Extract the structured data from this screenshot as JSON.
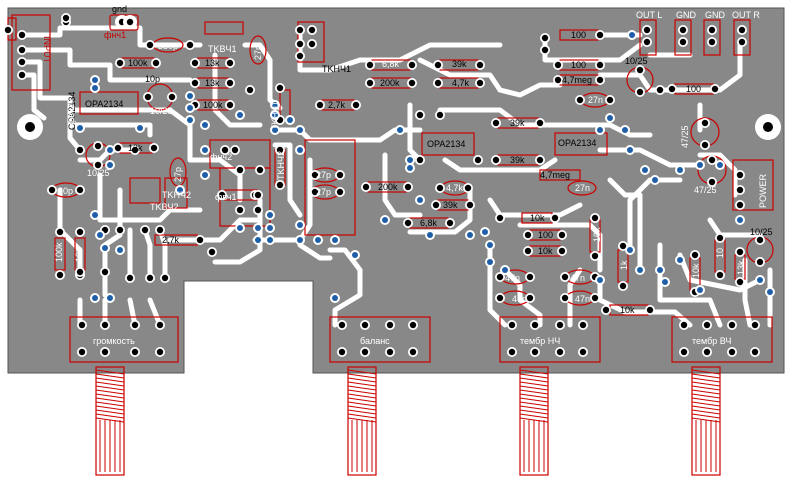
{
  "board": {
    "connectors": {
      "input": "INPUT",
      "gnd_top": "gnd",
      "fnch1": "фнч1",
      "out_l": "OUT L",
      "gnd1": "GND",
      "gnd2": "GND",
      "out_r": "OUT R",
      "power": "POWER"
    },
    "chips": [
      "OPA2134",
      "OPA2134",
      "OPA2134",
      "OPA2134"
    ],
    "components": {
      "c_330p": "330p",
      "r_100k_a": "100k",
      "r_100k_b": "100k",
      "r_100k_c": "100k",
      "r_10k_a": "10k",
      "r_10k_b": "10k",
      "r_10k_c": "10k",
      "r_10k_d": "10k",
      "r_13k_a": "13k",
      "r_13k_b": "13k",
      "r_13k_c": "13k",
      "r_68k_a": "6,8k",
      "r_68k_b": "6,8k",
      "r_200k_a": "200k",
      "r_200k_b": "200k",
      "r_39k_a": "39k",
      "r_39k_b": "39k",
      "r_39k_c": "39k",
      "r_39k_d": "39k",
      "r_47k_a": "4,7k",
      "r_47k_b": "4,7k",
      "r_27k_a": "2,7k",
      "r_27k_b": "2,7k",
      "r_100_a": "100",
      "r_100_b": "100",
      "r_100_c": "100",
      "r_100_d": "100",
      "r_47meg_a": "4,7meg",
      "r_47meg_b": "4,7meg",
      "c_27p_a": "27p",
      "c_27p_b": "27p",
      "c_27p_c": "27p",
      "c_27p_d": "27p",
      "c_27n_a": "27n",
      "c_27n_b": "27n",
      "c_47n_a": "47n",
      "c_47n_b": "47n",
      "c_47n_c": "47n",
      "c_47n_d": "47n",
      "c_10p": "10p",
      "c_20p": "20p",
      "c_1025_a": "10/25",
      "c_1025_b": "10/25",
      "c_1025_c": "10/25",
      "c_1025_d": "10/25",
      "c_4725_a": "47/25",
      "c_4725_b": "47/25",
      "r_1k": "1k",
      "tknch1_a": "TKHЧ1",
      "tknch1_b": "TKHЧ1",
      "tknch2_a": "TKHЧ2",
      "tknch2_b": "TKHЧ2",
      "tkvch1": "TKBЧ1",
      "tkvch2": "TKBЧ2",
      "fvch1": "фвч1",
      "fvch2": "фвч2",
      "fnch2": "фнч2",
      "r_13k_d": "13k",
      "r_10k_e": "10k",
      "r_10k_f": "10k",
      "r_10_a": "10"
    },
    "potentiometers": {
      "volume": "громкость",
      "balance": "баланс",
      "bass": "тембр НЧ",
      "treble": "тембр ВЧ"
    }
  }
}
